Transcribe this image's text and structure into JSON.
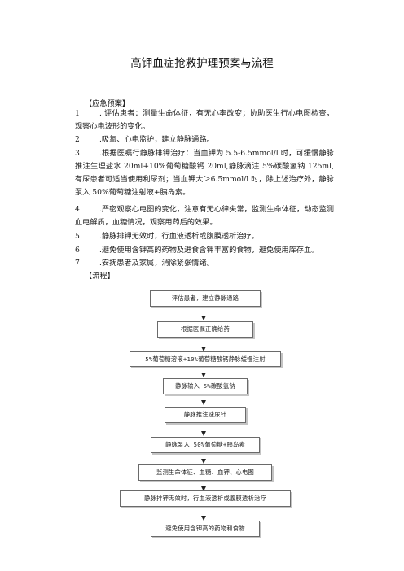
{
  "title": "高钾血症抢救护理预案与流程",
  "emergency_plan": {
    "heading": "【应急预案】",
    "items": [
      {
        "num": "1",
        "text": ". 评估患者：测量生命体征，有无心率改变；协助医生行心电图检查，观察心电波形的变化。"
      },
      {
        "num": "2",
        "text": ".吸氧、心电监护，建立静脉通路。"
      },
      {
        "num": "3",
        "text": ".根据医嘱行静脉排钾治疗：当血钾为 5.5-6.5mmol/l 时，可缓慢静脉推注生理盐水 20ml+10%葡萄糖酸钙 20ml,静脉滴注 5%碳酸氢钠 125ml,有尿患者可适当使用利尿剂；当血钾大＞6.5mmol/l 时，除上述治疗外，静脉泵入 50%葡萄糖注射液+胰岛素。"
      },
      {
        "num": "4",
        "text": ".严密观察心电图的变化，注意有无心律失常，监测生命体征，动态监测血电解质，血糖情况，观察用药后的效果。"
      },
      {
        "num": "5",
        "text": ".静脉排钾无效时，行血液透析或腹膜透析治疗。"
      },
      {
        "num": "6",
        "text": ".避免使用含钾高的药物及进食含钾丰富的食物，避免使用库存血。"
      },
      {
        "num": "7",
        "text": ".安抚患者及家属，消除紧张情绪。"
      }
    ]
  },
  "flow": {
    "heading": "【流程】",
    "steps": [
      "评估患者，建立静脉通路",
      "根据医嘱正确给药",
      "5%葡萄糖溶液+10%葡萄糖酸钙静脉缓慢注射",
      "静脉输入 5%碳酸氢钠",
      "静脉推注速尿针",
      "静脉泵入 50%葡萄糖+胰岛素",
      "监测生命体征、血糖、血钾、心电图",
      "静脉排钾无效时，行血液透析或腹膜透析治疗",
      "避免使用含钾高的药物和食物"
    ]
  }
}
